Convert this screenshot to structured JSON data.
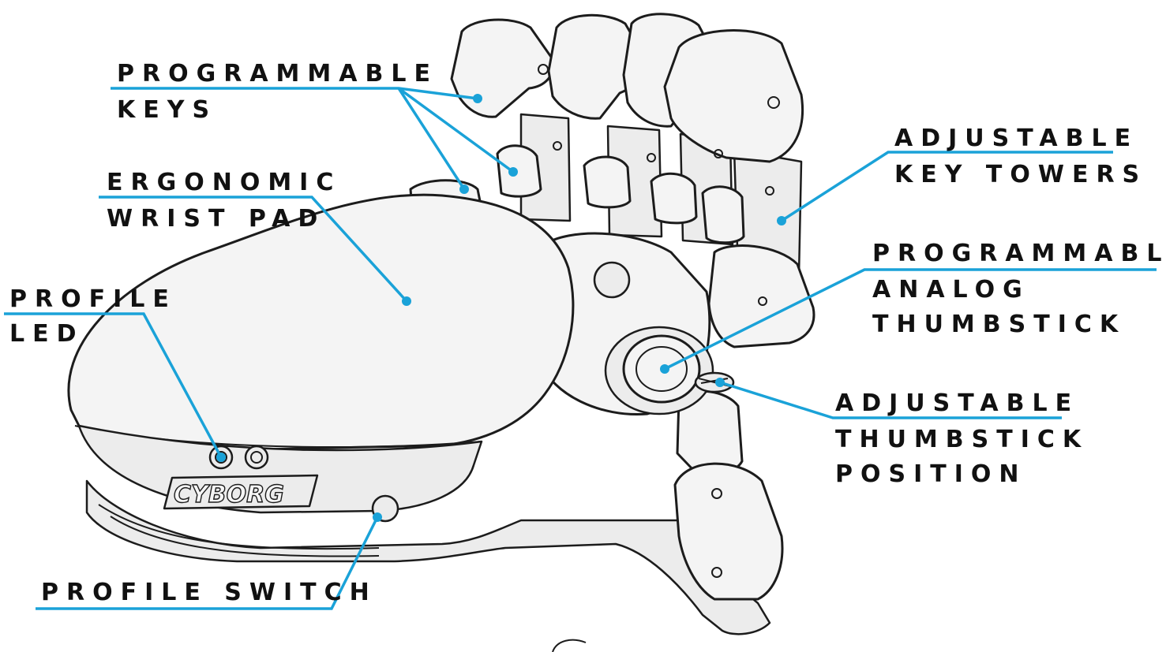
{
  "device": {
    "logo_text": "CYBORG"
  },
  "labels": {
    "programmable_keys": [
      "PROGRAMMABLE",
      "KEYS"
    ],
    "ergonomic_wrist_pad": [
      "ERGONOMIC",
      "WRIST PAD"
    ],
    "profile_led": [
      "PROFILE",
      "LED"
    ],
    "profile_switch": [
      "PROFILE SWITCH"
    ],
    "adjustable_key_towers": [
      "ADJUSTABLE",
      "KEY TOWERS"
    ],
    "programmable_analog_thumbstick": [
      "PROGRAMMABLE",
      "ANALOG",
      "THUMBSTICK"
    ],
    "adjustable_thumbstick_position": [
      "ADJUSTABLE",
      "THUMBSTICK",
      "POSITION"
    ]
  },
  "colors": {
    "callout_line": "#1aa2d8",
    "label_text": "#111111",
    "outline": "#1c1c1c",
    "body_fill": "#f4f4f4"
  }
}
